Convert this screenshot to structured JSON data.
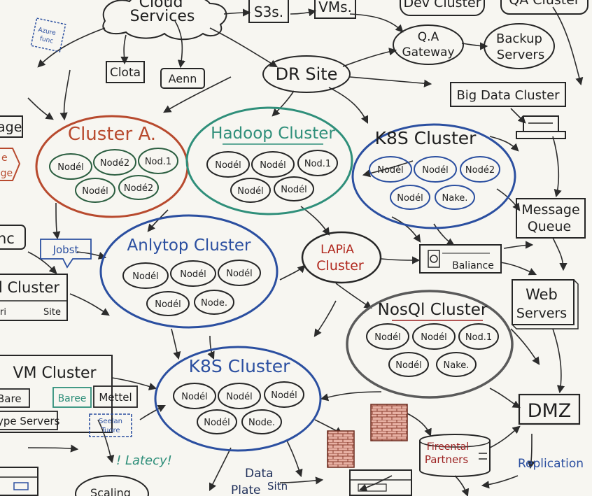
{
  "colors": {
    "ink": "#262626",
    "red": "#b84a2e",
    "teal": "#2f8f7a",
    "blue": "#2b4fa0",
    "gray": "#5a5a5a",
    "darkred": "#9b1f1f",
    "firewall": "#c9877a",
    "board": "#f7f6f1"
  },
  "top": {
    "cloud_line1": "Cloud",
    "cloud_line2": "Services",
    "s3": "S3s.",
    "vms": "VMs.",
    "dev_cluster": "Dev Cluster",
    "qa_cluster": "QA Cluster",
    "qa_gateway_1": "Q.A",
    "qa_gateway_2": "Gateway",
    "backup_1": "Backup",
    "backup_2": "Servers",
    "clota": "Clota",
    "aenn": "Aenn",
    "dr_site": "DR Site",
    "big_data": "Big Data Cluster",
    "sticky": "Azure\nfunc"
  },
  "left": {
    "age": "age",
    "age_red_1": "e",
    "age_red_2": "age",
    "nc": "nc",
    "jobst": "Jobst",
    "l_cluster": "l Cluster",
    "l_cluster_sub1": "ri",
    "l_cluster_sub2": "Site",
    "vm_cluster": "VM Cluster",
    "bare": "Bare",
    "baree": "Baree",
    "mettel": "Mettel",
    "ype_servers": "ype Servers",
    "seelan_1": "Seelan",
    "seelan_2": "Tuore",
    "latecy": "! Latecy!",
    "data_1": "Data",
    "data_2": "Sitn",
    "plate": "Plate",
    "ssaling": "Scaling"
  },
  "clusters": {
    "a": {
      "title": "Cluster A.",
      "nodes": [
        "Nodél",
        "Nodé2",
        "Nod.1",
        "Nodél",
        "Nodé2"
      ]
    },
    "hadoop": {
      "title": "Hadoop Cluster",
      "nodes": [
        "Nodél",
        "Nodél",
        "Nod.1",
        "Nodél",
        "Nodél"
      ]
    },
    "k8s_top": {
      "title": "K8S Cluster",
      "nodes": [
        "Nodél",
        "Nodél",
        "Nodé2",
        "Nodél",
        "Nake."
      ]
    },
    "anlytop": {
      "title": "Anlytop Cluster",
      "nodes": [
        "Nodél",
        "Nodél",
        "Nodél",
        "Nodél",
        "Node."
      ]
    },
    "lapia_1": "LAPiA",
    "lapia_2": "Cluster",
    "nosql": {
      "title": "NosQl Cluster",
      "nodes": [
        "Nodél",
        "Nodél",
        "Nod.1",
        "Nodél",
        "Nake."
      ]
    },
    "k8s_bottom": {
      "title": "K8S Cluster",
      "nodes": [
        "Nodél",
        "Nodél",
        "Nodél",
        "Nodél",
        "Node."
      ]
    }
  },
  "right": {
    "message_1": "Message",
    "message_2": "Queue",
    "balance": "Baliance",
    "web_1": "Web",
    "web_2": "Servers",
    "dmz": "DMZ",
    "firewall_1": "Fireental",
    "firewall_2": "Partners",
    "replication": "Replication"
  }
}
